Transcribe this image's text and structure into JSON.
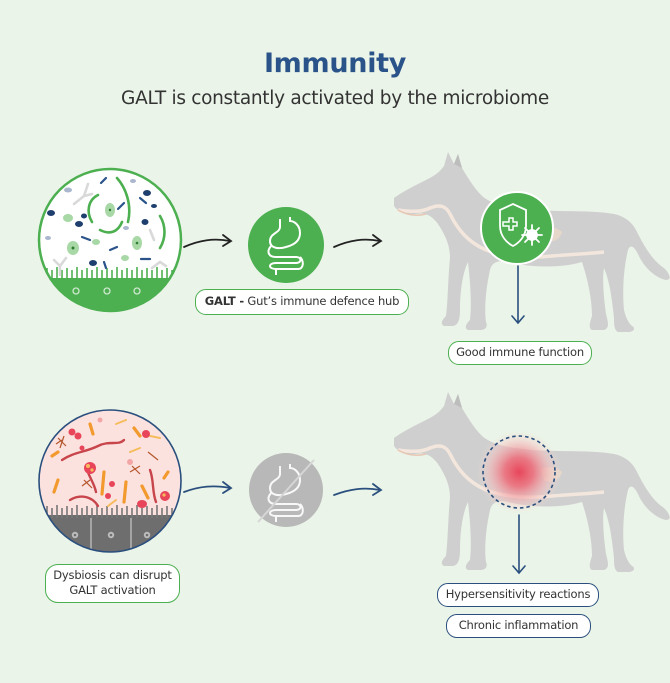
{
  "header": {
    "title": "Immunity",
    "subtitle": "GALT is constantly activated by the microbiome"
  },
  "colors": {
    "background": "#EAF4E8",
    "title": "#2A5389",
    "healthy_green": "#4CAF50",
    "dysbiosis_blue": "#2A4F7E",
    "disabled_grey": "#BDBDBD",
    "inflammation_red": "#E8455A"
  },
  "healthy_row": {
    "microbiome_icon": "healthy-microbiome-icon",
    "gut_icon": "gut-icon",
    "galt_label_bold": "GALT -",
    "galt_label_text": " Gut’s immune defence hub",
    "dog_icon": "dog-silhouette-icon",
    "badge_icon": "shield-plus-virus-icon",
    "outcome": "Good immune function"
  },
  "dysbiosis_row": {
    "microbiome_icon": "dysbiosis-microbiome-icon",
    "gut_icon": "gut-crossed-icon",
    "label_line1": "Dysbiosis can disrupt",
    "label_line2": "GALT activation",
    "dog_icon": "dog-silhouette-icon",
    "inflammation_icon": "inflammation-glow-icon",
    "outcomes": [
      "Hypersensitivity reactions",
      "Chronic inflammation"
    ]
  }
}
